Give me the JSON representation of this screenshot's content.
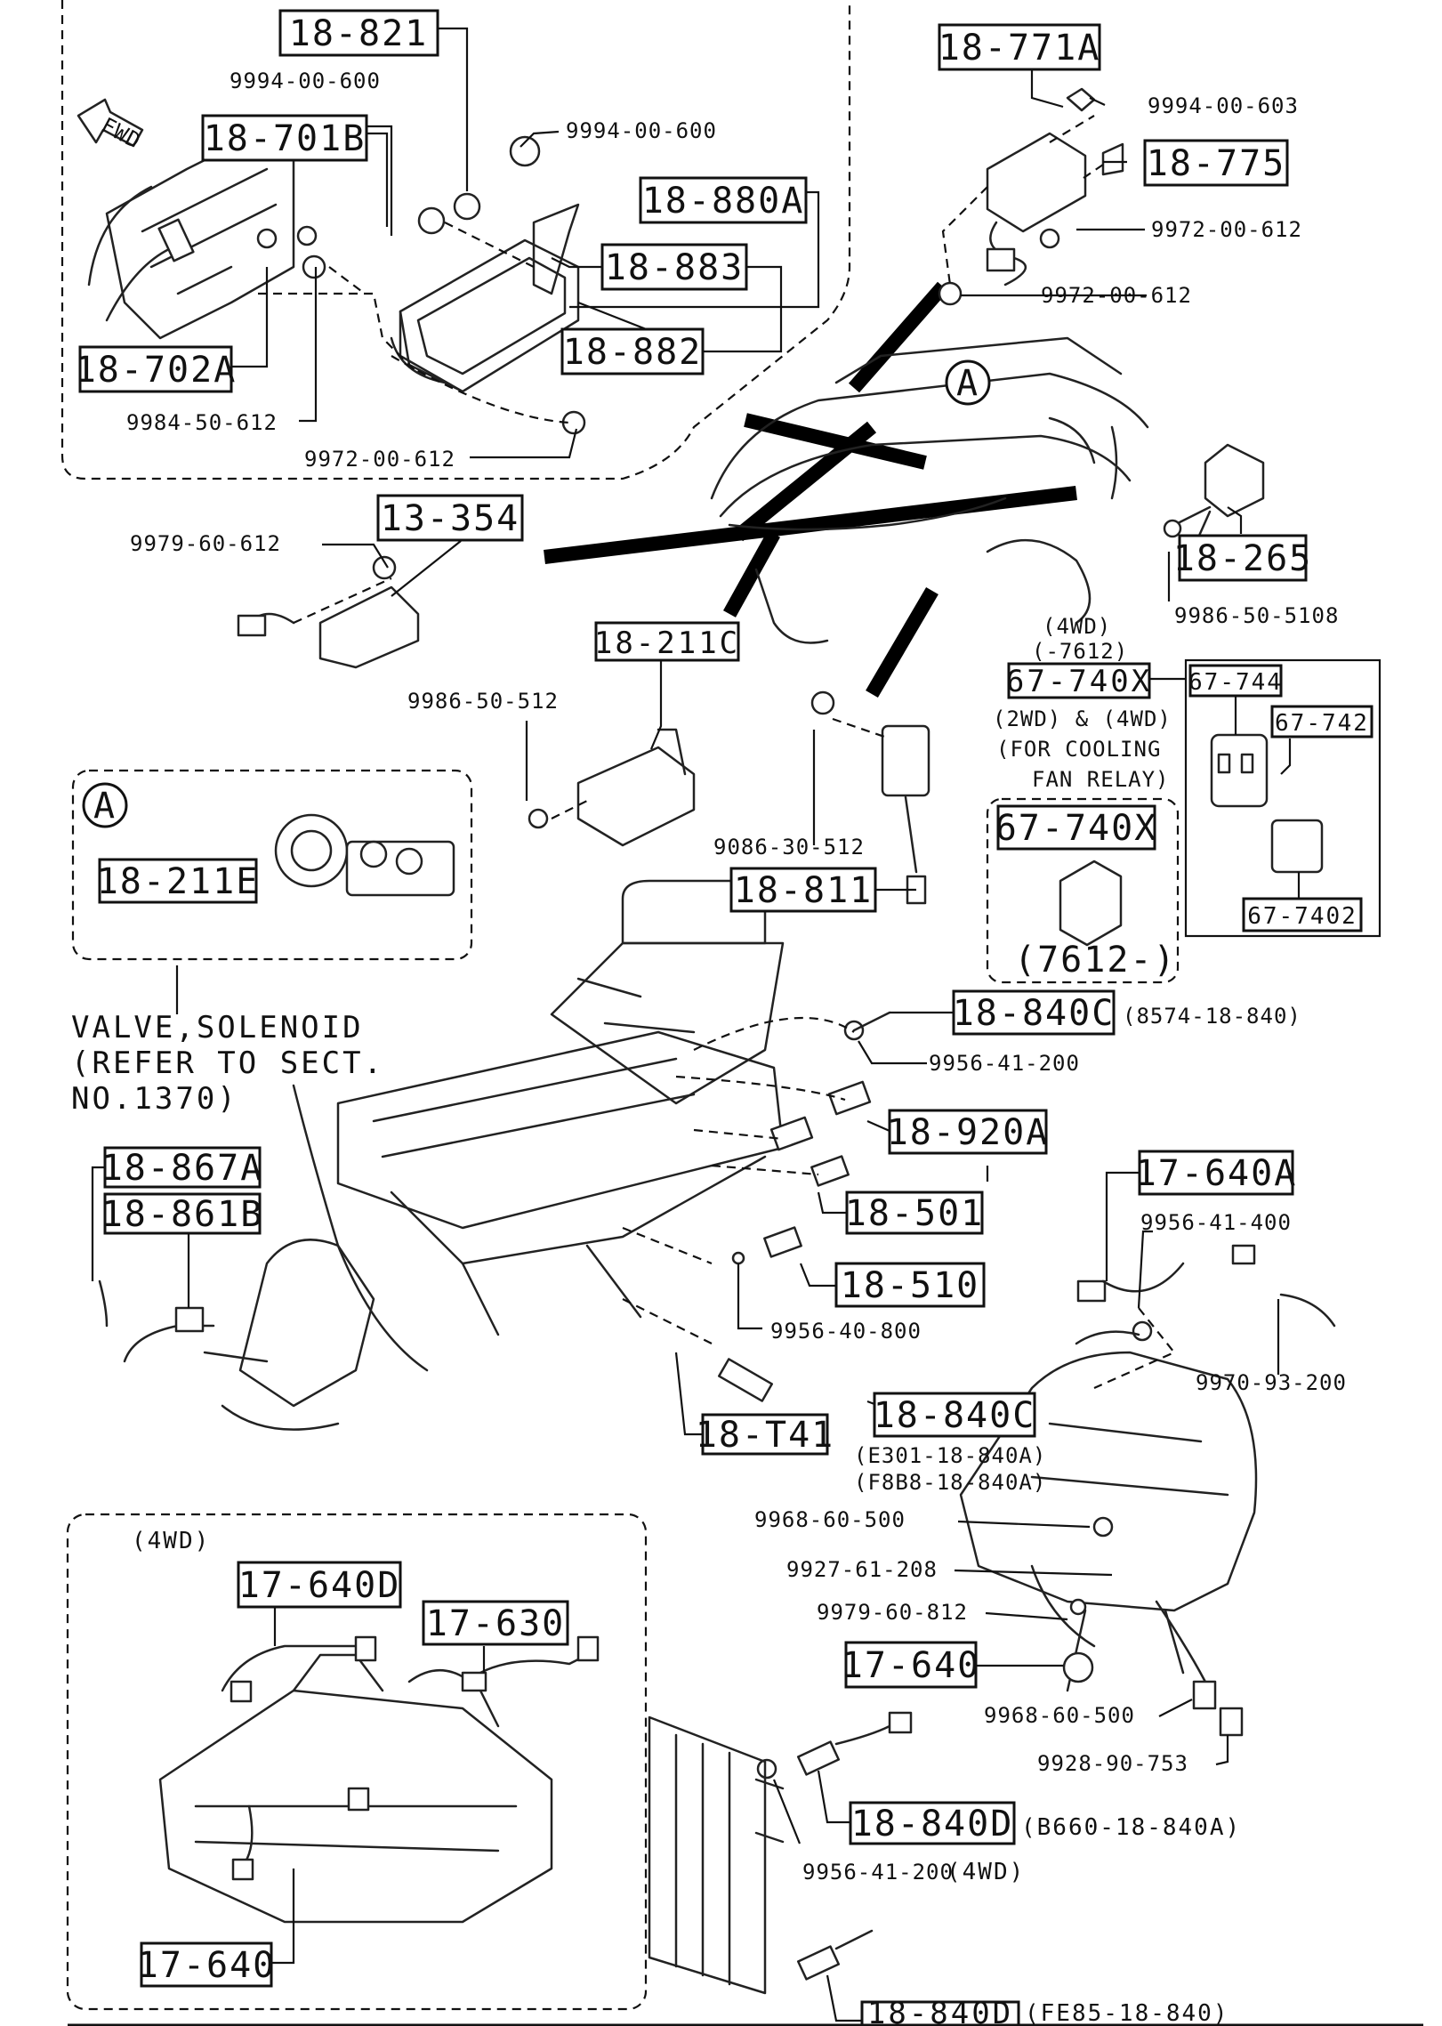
{
  "part_labels": [
    "18-821",
    "18-701B",
    "18-880A",
    "18-883",
    "18-882",
    "18-702A",
    "18-771A",
    "18-775",
    "13-354",
    "18-211C",
    "18-265",
    "67-740X",
    "67-744",
    "67-742",
    "67-7402",
    "18-211E",
    "18-811",
    "18-840C",
    "18-920A",
    "18-501",
    "18-510",
    "18-867A",
    "18-861B",
    "17-640A",
    "18-T41",
    "17-640D",
    "17-630",
    "17-640",
    "18-840D"
  ],
  "part_numbers": [
    "9994-00-600",
    "9994-00-600",
    "9984-50-612",
    "9972-00-612",
    "9994-00-603",
    "9972-00-612",
    "9972-00-612",
    "9979-60-612",
    "9986-50-512",
    "9986-50-5108",
    "9086-30-512",
    "9956-41-200",
    "9956-41-400",
    "9956-40-800",
    "9970-93-200",
    "9968-60-500",
    "9927-61-208",
    "9979-60-812",
    "9968-60-500",
    "9928-90-753",
    "9956-41-200"
  ],
  "notes": {
    "callout_a": "A",
    "fwd": "FWD",
    "wd4": "(4WD)",
    "range_7612": "(-7612)",
    "cooling_1": "(2WD) & (4WD)",
    "cooling_2": "(FOR COOLING",
    "cooling_3": "FAN RELAY)",
    "range_7612_plus": "(7612-)",
    "valve_1": "VALVE,SOLENOID",
    "valve_2": "(REFER TO SECT.",
    "valve_3": "NO.1370)",
    "alt_8574": "(8574-18-840)",
    "alt_e301": "(E301-18-840A)",
    "alt_f8b8": "(F8B8-18-840A)",
    "wd4_inner": "(4WD)",
    "alt_b660": "(B660-18-840A)",
    "alt_fe85": "(FE85-18-840)",
    "wd4_suffix": "(4WD)"
  }
}
